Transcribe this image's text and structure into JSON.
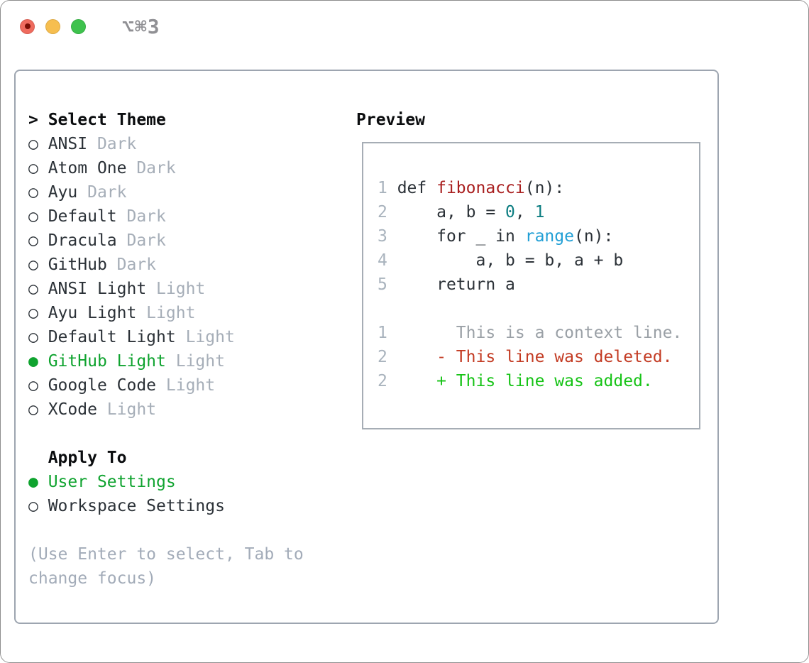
{
  "titlebar": {
    "shortcut": "⌥⌘3",
    "traffic_lights": [
      {
        "name": "close",
        "color_key": "traffic_red",
        "unsaved_dot": true
      },
      {
        "name": "minimize",
        "color_key": "traffic_yellow"
      },
      {
        "name": "zoom",
        "color_key": "traffic_green"
      }
    ]
  },
  "theme_picker": {
    "header": {
      "prompt": ">",
      "label": "Select Theme"
    },
    "markers": {
      "selected": "●",
      "unselected": "○"
    },
    "themes": [
      {
        "name": "ANSI",
        "variant": "Dark",
        "selected": false
      },
      {
        "name": "Atom One",
        "variant": "Dark",
        "selected": false
      },
      {
        "name": "Ayu",
        "variant": "Dark",
        "selected": false
      },
      {
        "name": "Default",
        "variant": "Dark",
        "selected": false
      },
      {
        "name": "Dracula",
        "variant": "Dark",
        "selected": false
      },
      {
        "name": "GitHub",
        "variant": "Dark",
        "selected": false
      },
      {
        "name": "ANSI Light",
        "variant": "Light",
        "selected": false
      },
      {
        "name": "Ayu Light",
        "variant": "Light",
        "selected": false
      },
      {
        "name": "Default Light",
        "variant": "Light",
        "selected": false
      },
      {
        "name": "GitHub Light",
        "variant": "Light",
        "selected": true
      },
      {
        "name": "Google Code",
        "variant": "Light",
        "selected": false
      },
      {
        "name": "XCode",
        "variant": "Light",
        "selected": false
      }
    ],
    "apply_to": {
      "header": "Apply To",
      "options": [
        {
          "name": "User Settings",
          "selected": true
        },
        {
          "name": "Workspace Settings",
          "selected": false
        }
      ]
    },
    "help_lines": [
      "(Use Enter to select, Tab to",
      "change focus)"
    ]
  },
  "preview": {
    "title": "Preview",
    "code_lines": [
      [
        {
          "t": "1 ",
          "s": "num"
        },
        {
          "t": "def ",
          "s": "plain"
        },
        {
          "t": "fibonacci",
          "s": "func"
        },
        {
          "t": "(n):",
          "s": "plain"
        }
      ],
      [
        {
          "t": "2 ",
          "s": "num"
        },
        {
          "t": "    a, b = ",
          "s": "plain"
        },
        {
          "t": "0",
          "s": "lit"
        },
        {
          "t": ", ",
          "s": "plain"
        },
        {
          "t": "1",
          "s": "lit"
        }
      ],
      [
        {
          "t": "3 ",
          "s": "num"
        },
        {
          "t": "    for _ in ",
          "s": "plain"
        },
        {
          "t": "range",
          "s": "builtin"
        },
        {
          "t": "(n):",
          "s": "plain"
        }
      ],
      [
        {
          "t": "4 ",
          "s": "num"
        },
        {
          "t": "        a, b = b, a + b",
          "s": "plain"
        }
      ],
      [
        {
          "t": "5 ",
          "s": "num"
        },
        {
          "t": "    return a",
          "s": "plain"
        }
      ],
      [],
      [
        {
          "t": "1 ",
          "s": "num"
        },
        {
          "t": "      This is a context line.",
          "s": "context"
        }
      ],
      [
        {
          "t": "2 ",
          "s": "num"
        },
        {
          "t": "    - This line was deleted.",
          "s": "deleted"
        }
      ],
      [
        {
          "t": "2 ",
          "s": "num"
        },
        {
          "t": "    + This line was added.",
          "s": "added"
        }
      ]
    ]
  },
  "colors": {
    "accent_green": "#0fa32f",
    "added_green": "#16c316",
    "deleted_red": "#c33b23",
    "func_red": "#a91f1f",
    "literal_teal": "#0c7d81",
    "builtin_blue": "#219fd5",
    "line_number": "#a9b3bd",
    "muted": "#a6aeb8",
    "context_gray": "#9aa0a6",
    "help": "#a2abb8",
    "text": "#2b3137",
    "heading": "#0b0d0f",
    "panel_border": "#9da5b0",
    "preview_border": "#a6adb5",
    "traffic_red": "#ef6b5e",
    "traffic_red_dot": "#7a0e04",
    "traffic_yellow": "#f6be4f",
    "traffic_green": "#3ec24d",
    "shortcut": "#909094"
  }
}
